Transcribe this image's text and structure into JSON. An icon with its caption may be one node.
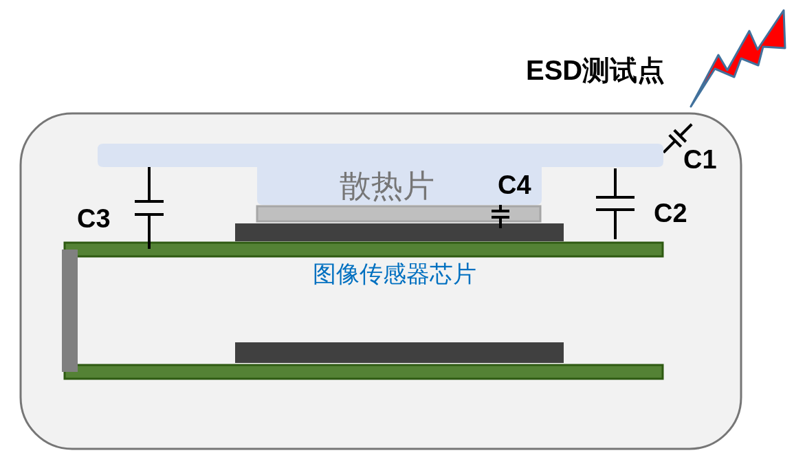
{
  "diagram": {
    "nodes": [
      {
        "text": [
          "散热片"
        ]
      }
    ],
    "labels": [
      "ESD测试点",
      "C1",
      "C4",
      "C3",
      "C2",
      "图像传感器芯片"
    ]
  }
}
